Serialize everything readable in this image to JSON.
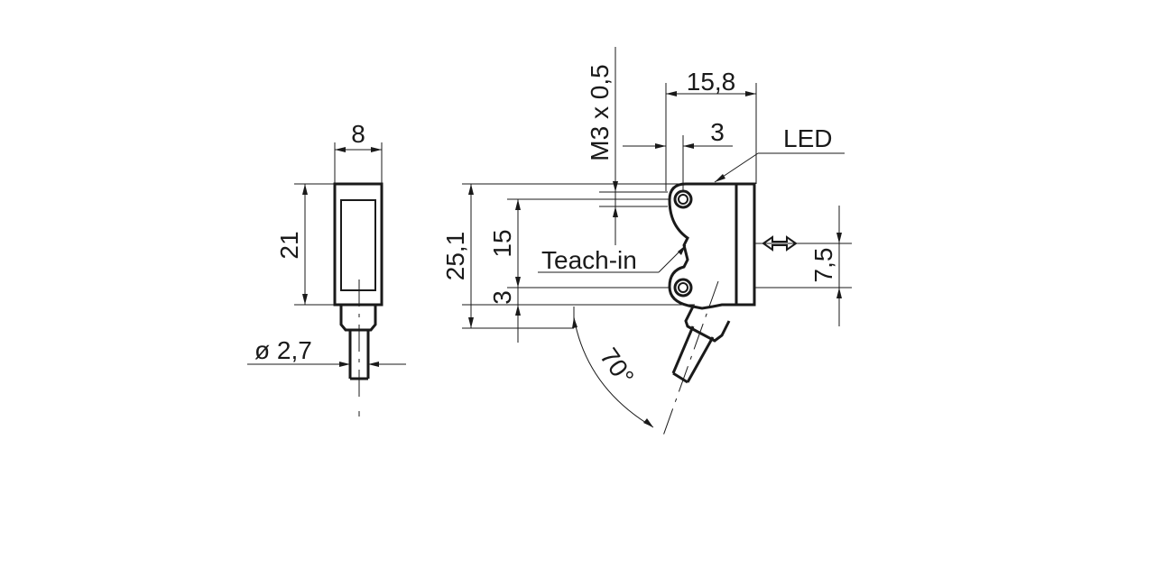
{
  "front_view": {
    "width_label": "8",
    "height_label": "21",
    "cable_diameter_label": "ø  2,7"
  },
  "side_view": {
    "thread_label": "M3 x 0,5",
    "length_label": "15,8",
    "hole_offset_label": "3",
    "led_label": "LED",
    "height_label": "25,1",
    "hole_spacing_label": "15",
    "hole_bottom_label": "3",
    "teach_in_label": "Teach-in",
    "optical_axis_label": "7,5",
    "cable_angle_label": "70°",
    "optical_axis_icon": "double-arrow-icon"
  }
}
